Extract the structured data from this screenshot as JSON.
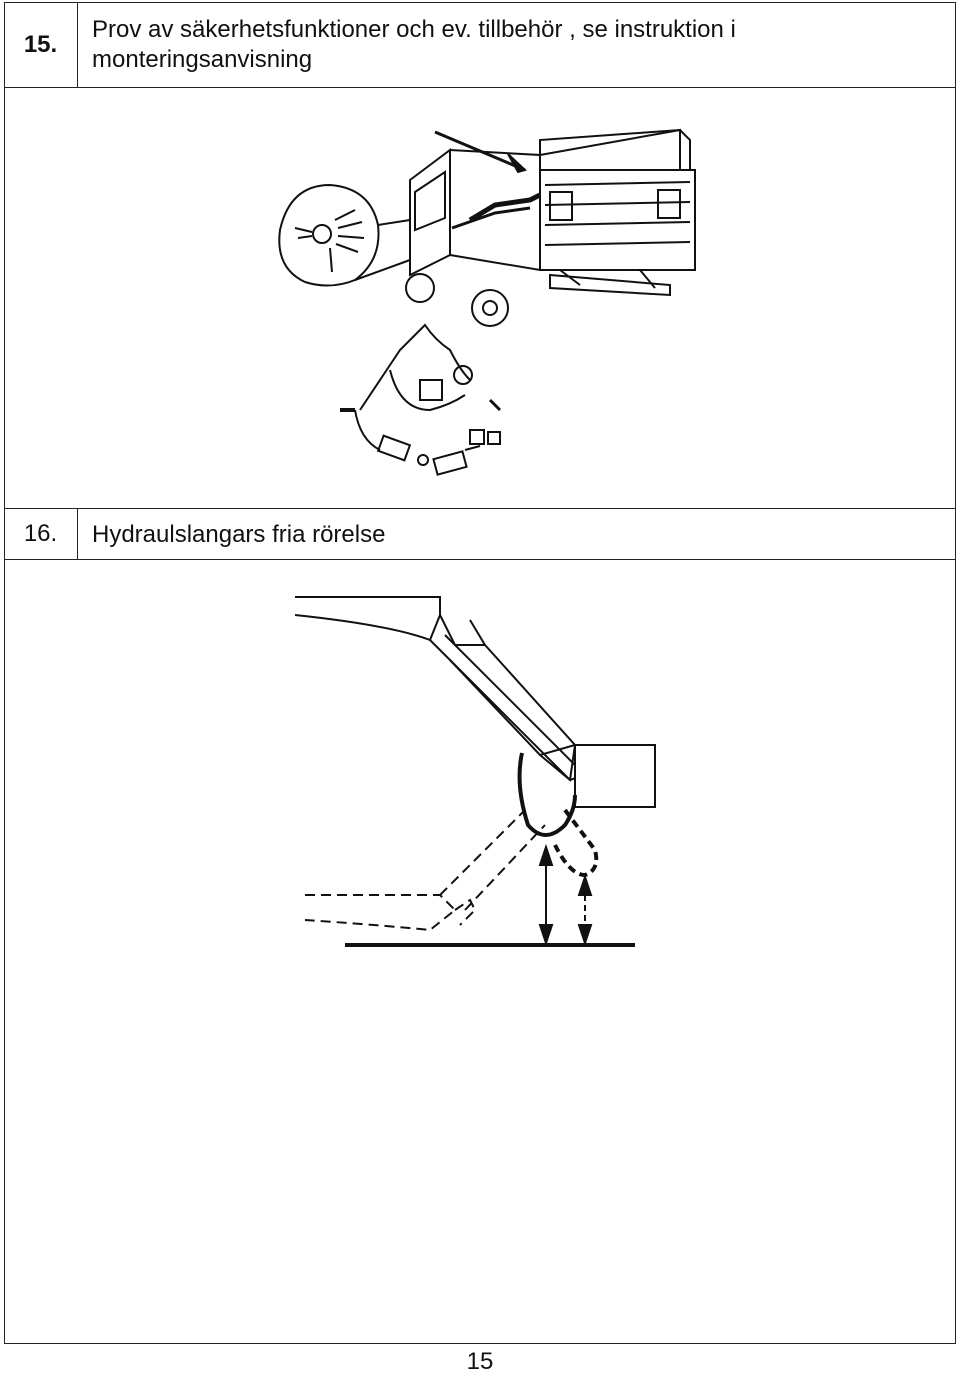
{
  "sections": [
    {
      "number": "15.",
      "title": "Prov av säkerhetsfunktioner och ev. tillbehör , se instruktion i monteringsanvisning"
    },
    {
      "number": "16.",
      "title": "Hydraulslangars fria rörelse"
    }
  ],
  "page_number": "15"
}
